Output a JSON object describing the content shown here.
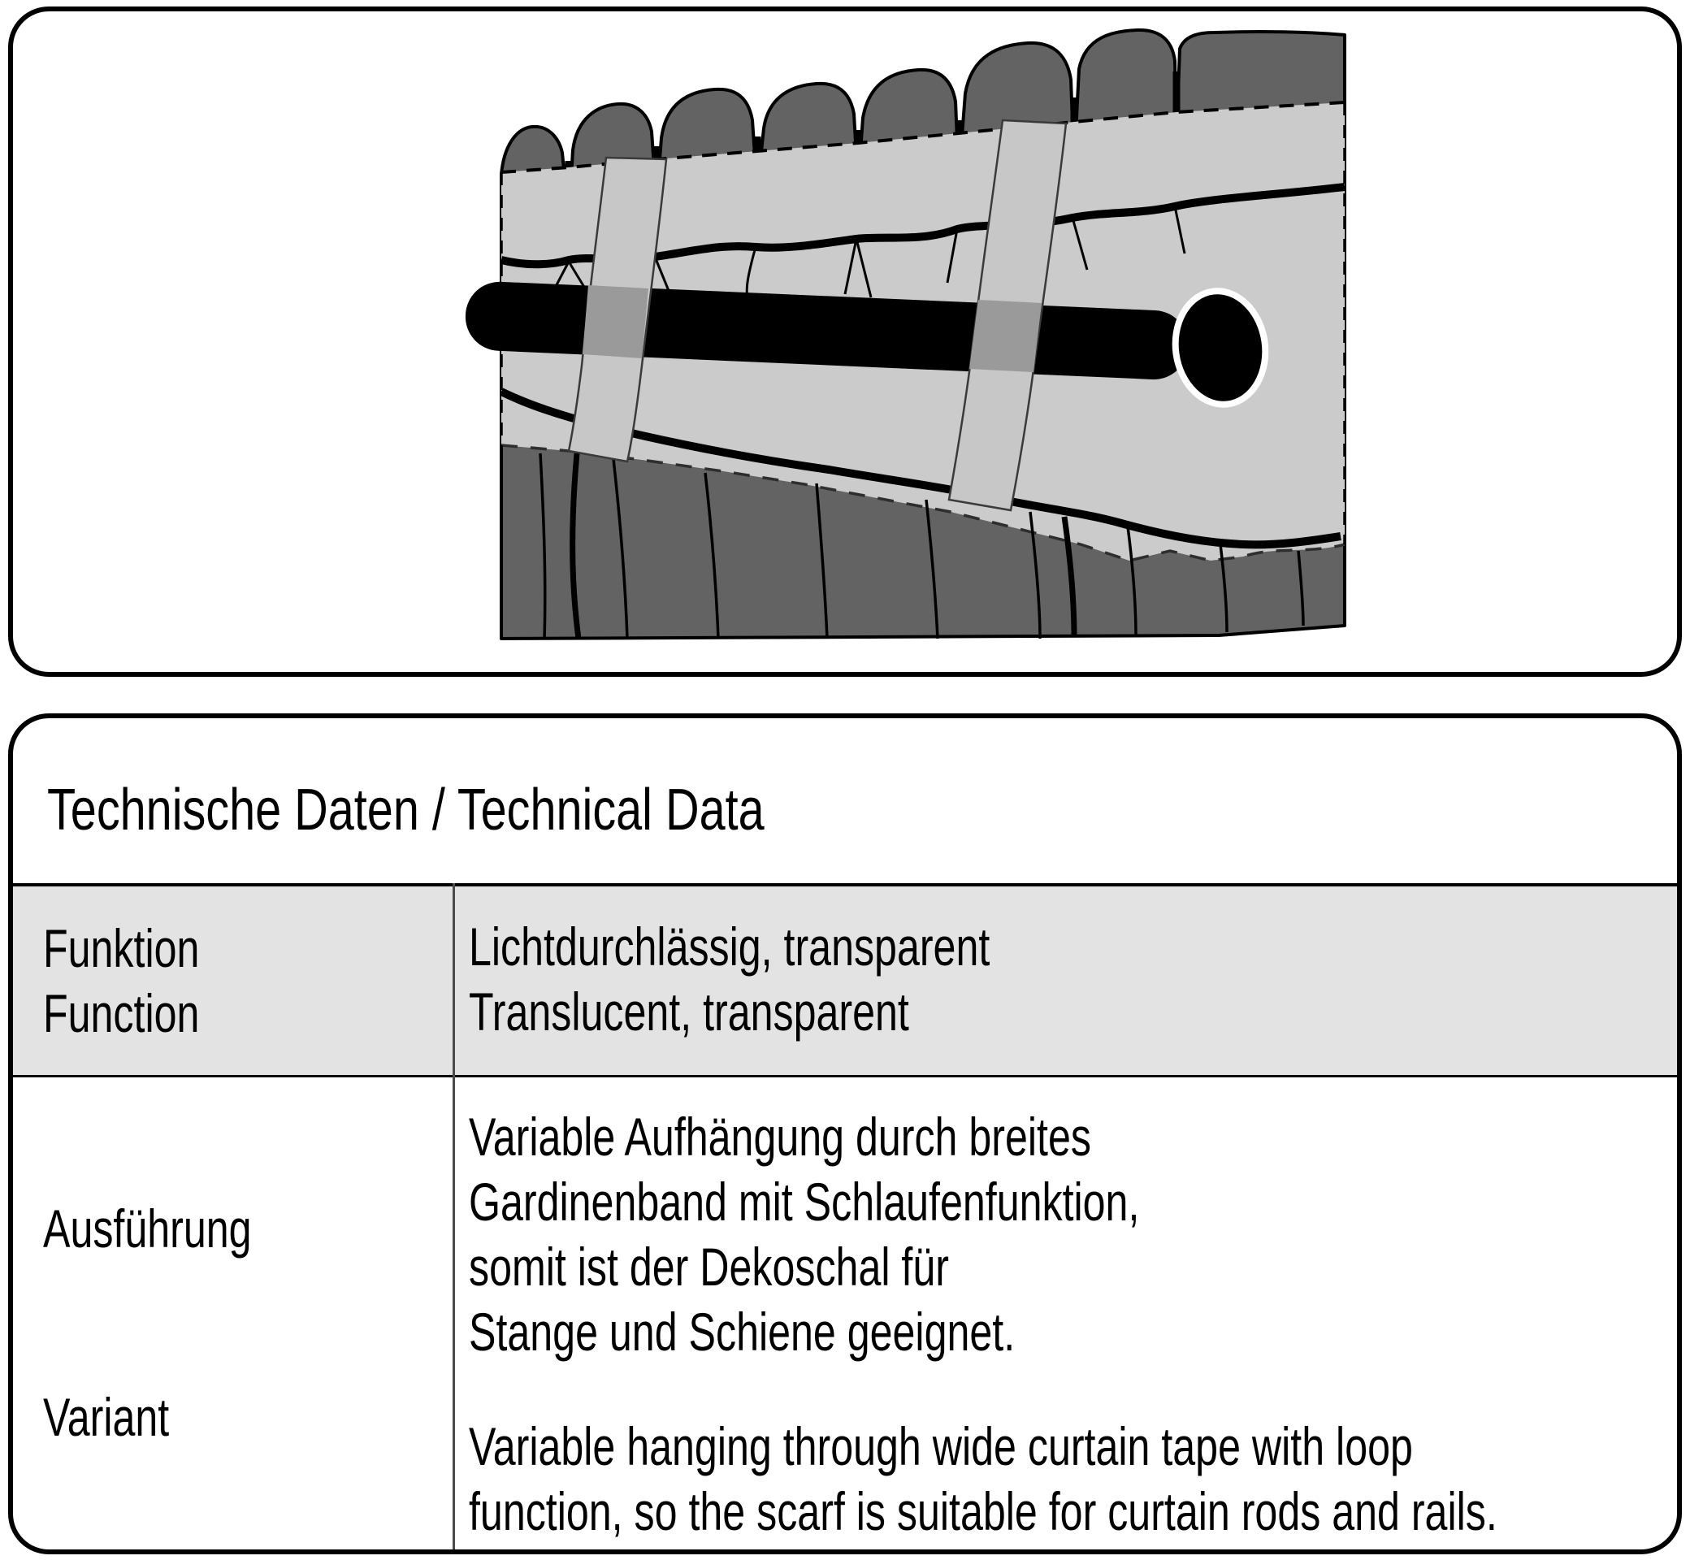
{
  "table": {
    "title": "Technische Daten / Technical Data",
    "rows": [
      {
        "label_lines": [
          "Funktion",
          "Function"
        ],
        "value_lines": [
          "Lichtdurchlässig, transparent",
          "Translucent, transparent"
        ]
      },
      {
        "label_lines": [
          "Ausführung",
          "Variant"
        ],
        "value_de_lines": [
          "Variable Aufhängung durch breites",
          "Gardinenband mit Schlaufenfunktion,",
          "somit ist der Dekoschal für",
          "Stange und Schiene geeignet."
        ],
        "value_en_lines": [
          "Variable hanging through wide curtain tape with loop",
          "function, so the scarf is suitable for curtain rods and rails."
        ]
      }
    ]
  },
  "colors": {
    "curtain_dark": "#636363",
    "curtain_tape_light": "#cbcbcb",
    "loop_strap_gray": "#9a9a9a",
    "rod_black": "#000000",
    "row_background": "#e3e3e3",
    "table_line": "#000000",
    "column_divider": "#4b4b4b"
  }
}
